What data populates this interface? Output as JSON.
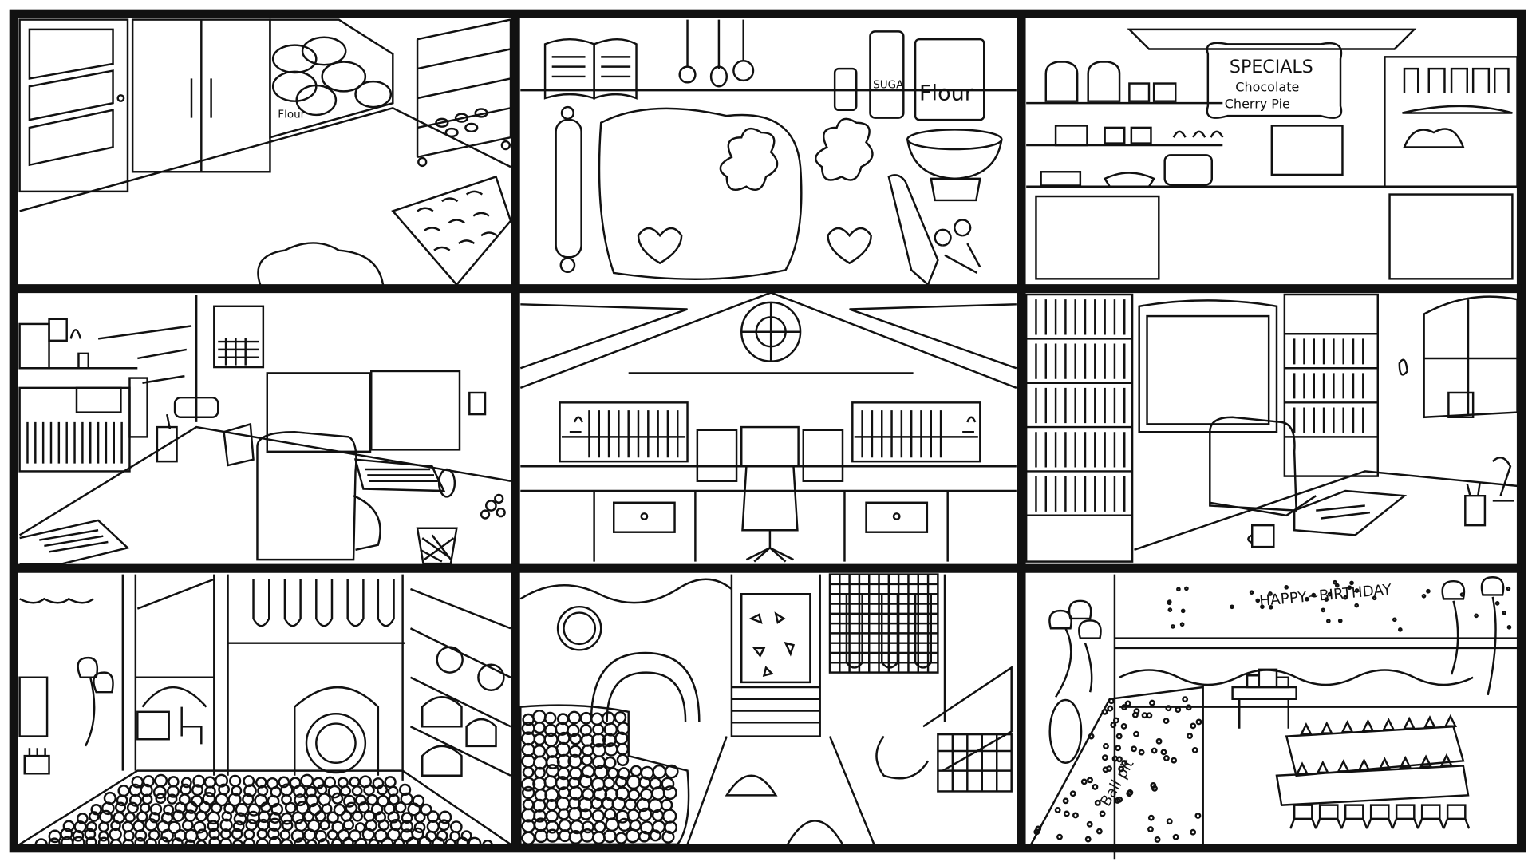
{
  "figure": {
    "description_hidden": "",
    "palette": {
      "ink": "#111111",
      "paper": "#ffffff",
      "frame": "#111111"
    },
    "panels": [
      {
        "id": "panel-1",
        "scene": "bakery-prep-room"
      },
      {
        "id": "panel-2",
        "scene": "baking-table"
      },
      {
        "id": "panel-3",
        "scene": "bakery-shop-counter"
      },
      {
        "id": "panel-4",
        "scene": "gaming-desk-room"
      },
      {
        "id": "panel-5",
        "scene": "attic-study"
      },
      {
        "id": "panel-6",
        "scene": "library-study"
      },
      {
        "id": "panel-7",
        "scene": "indoor-playground"
      },
      {
        "id": "panel-8",
        "scene": "play-area-slide"
      },
      {
        "id": "panel-9",
        "scene": "party-room"
      }
    ],
    "labels": {
      "flour_bag": "Flour",
      "sugar_jar": "SUGA",
      "flour_jar": "Flour",
      "specials_title": "SPECIALS",
      "specials_line1": "Chocolate",
      "specials_line2": "Cherry Pie",
      "banner": "HAPPY~BIRTHDAY",
      "pit_sign": "Ball pit"
    }
  }
}
